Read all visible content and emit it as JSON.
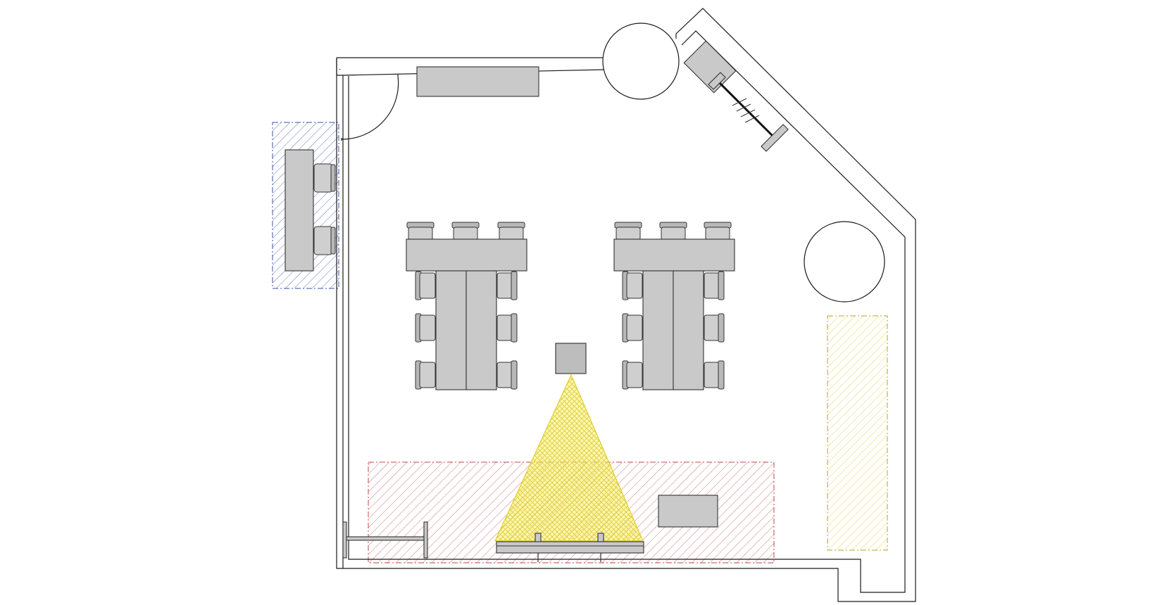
{
  "drawing": {
    "type": "architectural floor plan",
    "colors": {
      "wall": "#1a1a1a",
      "furniture_fill": "#c9c9c9",
      "furniture_stroke": "#333333",
      "hatch_blue": "#3f51a8",
      "hatch_red": "#c24a4a",
      "hatch_yellow": "#e2d24a",
      "projection_beam": "#fff36b",
      "background": "#ffffff"
    },
    "elements": {
      "door_count": 1,
      "columns": 2,
      "conference_table_groups": 2,
      "chairs_per_group": 9,
      "desk_side_chairs": 2,
      "projector": 1,
      "projection_screen": 1,
      "zones": [
        "blue-hatched",
        "red-hatched",
        "yellow-hatched"
      ]
    }
  }
}
